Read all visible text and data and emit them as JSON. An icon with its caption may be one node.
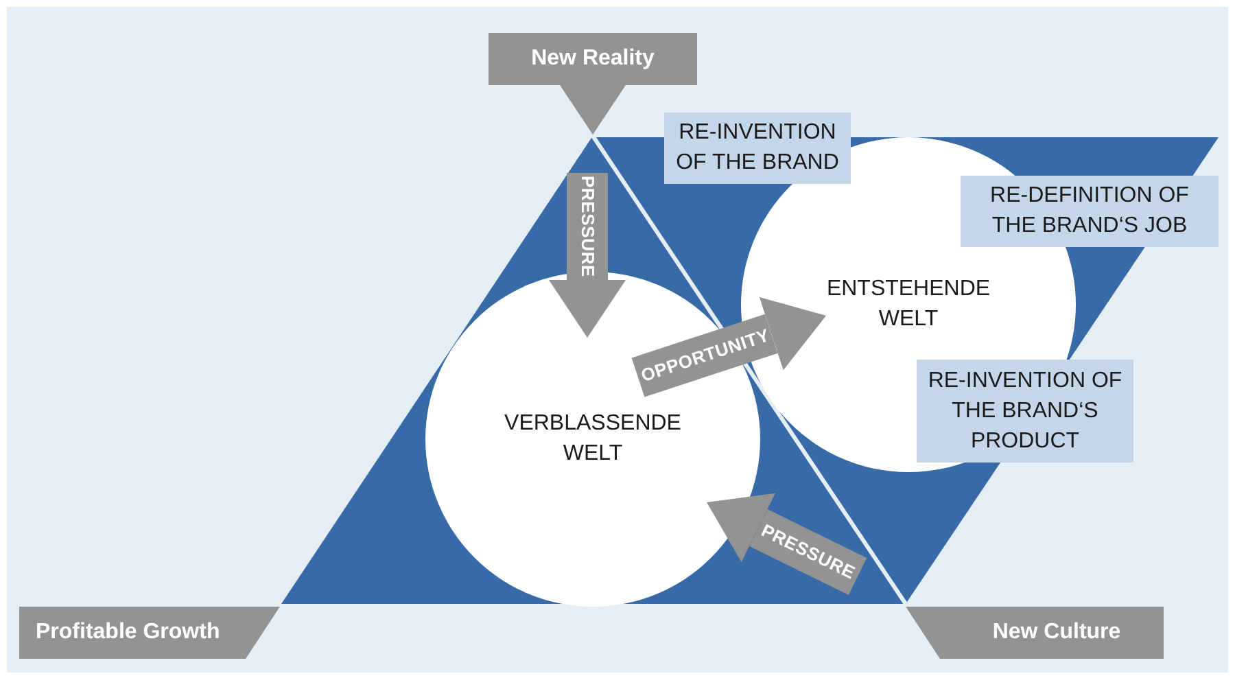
{
  "diagram": {
    "nodes": [
      {
        "text": [
          "New Reality"
        ]
      },
      {
        "text": [
          "Profitable Growth"
        ]
      },
      {
        "text": [
          "New Culture"
        ]
      },
      {
        "text": [
          "VERBLASSENDE WELT"
        ]
      },
      {
        "text": [
          "ENTSTEHENDE WELT"
        ]
      },
      {
        "text": [
          "RE-INVENTION OF THE BRAND"
        ]
      },
      {
        "text": [
          "RE-DEFINITION OF THE BRAND‘S JOB"
        ]
      },
      {
        "text": [
          "RE-INVENTION OF THE BRAND‘S PRODUCT"
        ]
      }
    ],
    "edges": [
      {
        "from": null,
        "to": 3,
        "arrow": "to",
        "label": "PRESSURE"
      },
      {
        "from": 3,
        "to": 4,
        "arrow": "to",
        "label": "OPPORTUNITY"
      },
      {
        "from": null,
        "to": 3,
        "arrow": "to",
        "label": "PRESSURE"
      }
    ]
  }
}
